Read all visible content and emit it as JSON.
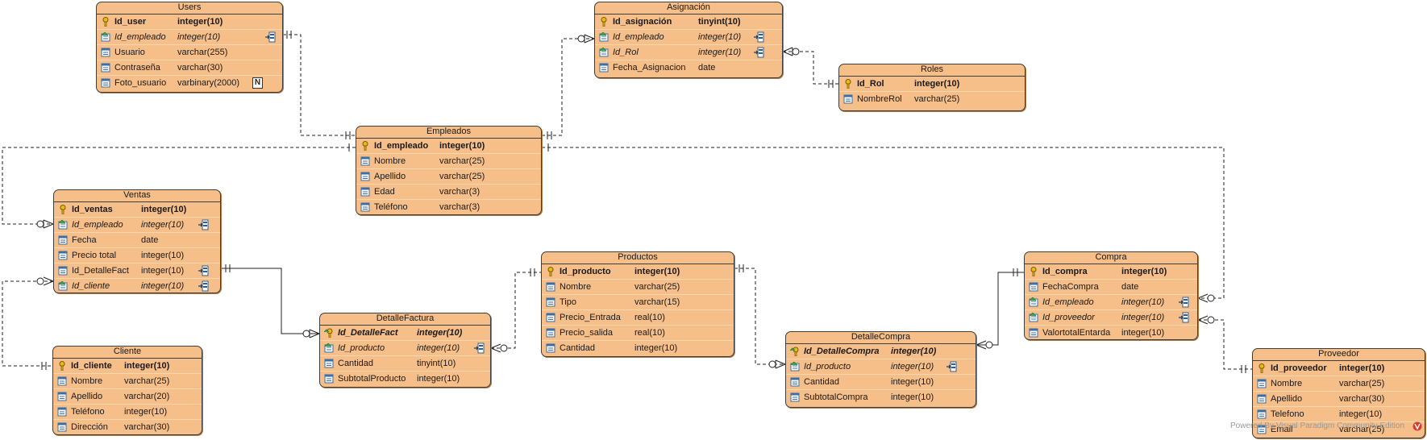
{
  "entities": {
    "users": {
      "title": "Users",
      "fields": [
        {
          "name": "Id_user",
          "type": "integer(10)"
        },
        {
          "name": "Id_empleado",
          "type": "integer(10)"
        },
        {
          "name": "Usuario",
          "type": "varchar(255)"
        },
        {
          "name": "Contraseña",
          "type": "varchar(30)"
        },
        {
          "name": "Foto_usuario",
          "type": "varbinary(2000)",
          "badge": "N"
        }
      ]
    },
    "asignacion": {
      "title": "Asignación",
      "fields": [
        {
          "name": "Id_asignación",
          "type": "tinyint(10)"
        },
        {
          "name": "Id_empleado",
          "type": "integer(10)"
        },
        {
          "name": "Id_Rol",
          "type": "integer(10)"
        },
        {
          "name": "Fecha_Asignacion",
          "type": "date"
        }
      ]
    },
    "roles": {
      "title": "Roles",
      "fields": [
        {
          "name": "Id_Rol",
          "type": "integer(10)"
        },
        {
          "name": "NombreRol",
          "type": "varchar(25)"
        }
      ]
    },
    "empleados": {
      "title": "Empleados",
      "fields": [
        {
          "name": "Id_empleado",
          "type": "integer(10)"
        },
        {
          "name": "Nombre",
          "type": "varchar(25)"
        },
        {
          "name": "Apellido",
          "type": "varchar(25)"
        },
        {
          "name": "Edad",
          "type": "varchar(3)"
        },
        {
          "name": "Teléfono",
          "type": "varchar(3)"
        }
      ]
    },
    "ventas": {
      "title": "Ventas",
      "fields": [
        {
          "name": "Id_ventas",
          "type": "integer(10)"
        },
        {
          "name": "Id_empleado",
          "type": "integer(10)"
        },
        {
          "name": "Fecha",
          "type": "date"
        },
        {
          "name": "Precio total",
          "type": "integer(10)"
        },
        {
          "name": "Id_DetalleFact",
          "type": "integer(10)"
        },
        {
          "name": "Id_cliente",
          "type": "integer(10)"
        }
      ]
    },
    "cliente": {
      "title": "Cliente",
      "fields": [
        {
          "name": "Id_cliente",
          "type": "integer(10)"
        },
        {
          "name": "Nombre",
          "type": "varchar(25)"
        },
        {
          "name": "Apellido",
          "type": "varchar(20)"
        },
        {
          "name": "Teléfono",
          "type": "integer(10)"
        },
        {
          "name": "Dirección",
          "type": "varchar(30)"
        }
      ]
    },
    "detallefactura": {
      "title": "DetalleFactura",
      "fields": [
        {
          "name": "Id_DetalleFact",
          "type": "integer(10)"
        },
        {
          "name": "Id_producto",
          "type": "integer(10)"
        },
        {
          "name": "Cantidad",
          "type": "tinyint(10)"
        },
        {
          "name": "SubtotalProducto",
          "type": "integer(10)"
        }
      ]
    },
    "productos": {
      "title": "Productos",
      "fields": [
        {
          "name": "Id_producto",
          "type": "integer(10)"
        },
        {
          "name": "Nombre",
          "type": "varchar(25)"
        },
        {
          "name": "Tipo",
          "type": "varchar(15)"
        },
        {
          "name": "Precio_Entrada",
          "type": "real(10)"
        },
        {
          "name": "Precio_salida",
          "type": "real(10)"
        },
        {
          "name": "Cantidad",
          "type": "integer(10)"
        }
      ]
    },
    "detallecompra": {
      "title": "DetalleCompra",
      "fields": [
        {
          "name": "Id_DetalleCompra",
          "type": "integer(10)"
        },
        {
          "name": "Id_producto",
          "type": "integer(10)"
        },
        {
          "name": "Cantidad",
          "type": "integer(10)"
        },
        {
          "name": "SubtotalCompra",
          "type": "integer(10)"
        }
      ]
    },
    "compra": {
      "title": "Compra",
      "fields": [
        {
          "name": "Id_compra",
          "type": "integer(10)"
        },
        {
          "name": "FechaCompra",
          "type": "date"
        },
        {
          "name": "Id_empleado",
          "type": "integer(10)"
        },
        {
          "name": "Id_proveedor",
          "type": "integer(10)"
        },
        {
          "name": "ValortotalEntarda",
          "type": "integer(10)"
        }
      ]
    },
    "proveedor": {
      "title": "Proveedor",
      "fields": [
        {
          "name": "Id_proveedor",
          "type": "integer(10)"
        },
        {
          "name": "Nombre",
          "type": "varchar(25)"
        },
        {
          "name": "Apellido",
          "type": "varchar(30)"
        },
        {
          "name": "Telefono",
          "type": "integer(10)"
        },
        {
          "name": "Email",
          "type": "varchar(25)"
        }
      ]
    }
  },
  "watermark": "Powered By Visual Paradigm Community Edition",
  "colors": {
    "entity_fill": "#f6be88",
    "entity_border": "#3e3e3e",
    "connector": "#222222"
  }
}
